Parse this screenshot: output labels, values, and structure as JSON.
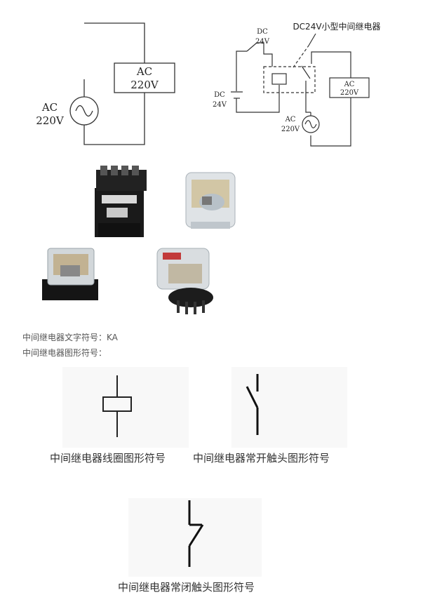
{
  "circuit_left": {
    "load_label_line1": "AC",
    "load_label_line2": "220V",
    "source_label_line1": "AC",
    "source_label_line2": "220V"
  },
  "circuit_right": {
    "relay_title": "DC24V小型中间继电器",
    "switch_label_line1": "DC",
    "switch_label_line2": "24V",
    "battery_label_line1": "DC",
    "battery_label_line2": "24V",
    "load_label_line1": "AC",
    "load_label_line2": "220V",
    "source_label_line1": "AC",
    "source_label_line2": "220V"
  },
  "notes": {
    "text_symbol": "中间继电器文字符号：KA",
    "graphic_symbol": "中间继电器图形符号："
  },
  "symbols": {
    "coil_caption": "中间继电器线圈图形符号",
    "no_contact_caption": "中间继电器常开触头图形符号",
    "nc_contact_caption": "中间继电器常闭触头图形符号"
  }
}
